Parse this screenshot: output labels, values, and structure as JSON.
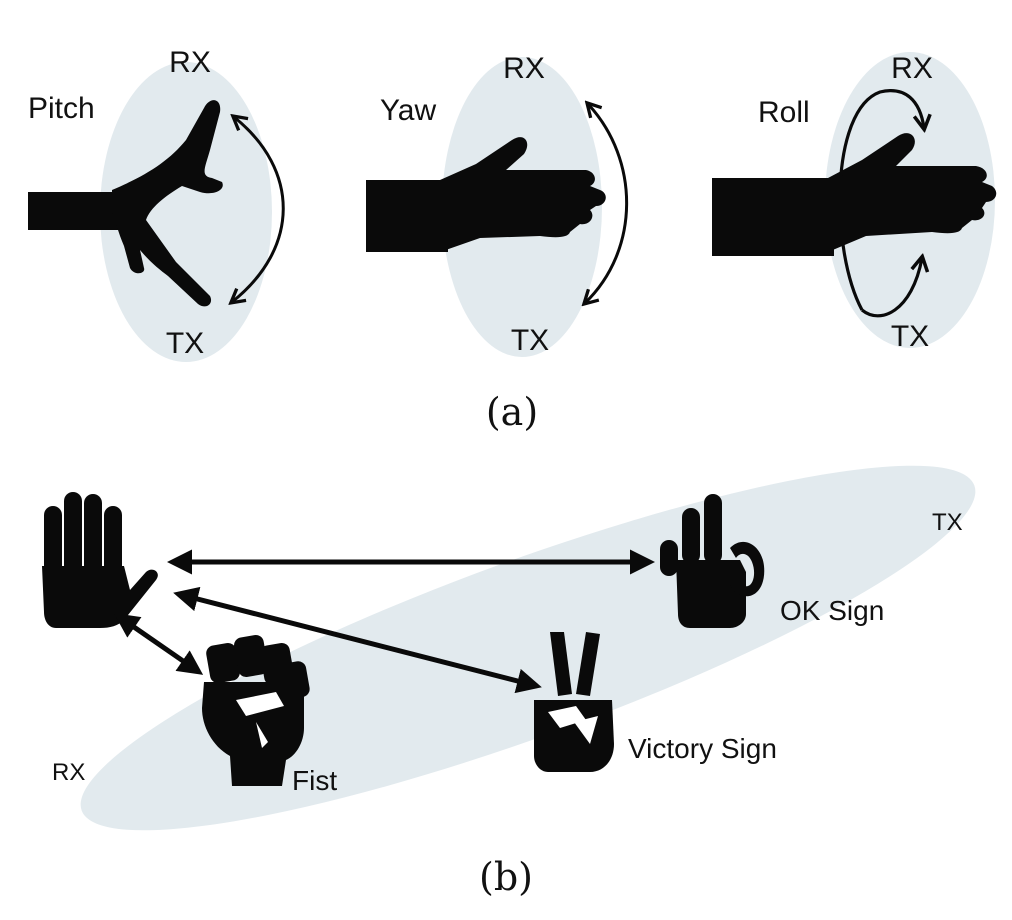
{
  "colors": {
    "ellipse": "#e2eaee",
    "ink": "#0a0a0a"
  },
  "panel_a": {
    "caption": "(a)",
    "pitch": {
      "label": "Pitch",
      "rx": "RX",
      "tx": "TX"
    },
    "yaw": {
      "label": "Yaw",
      "rx": "RX",
      "tx": "TX"
    },
    "roll": {
      "label": "Roll",
      "rx": "RX",
      "tx": "TX"
    }
  },
  "panel_b": {
    "caption": "(b)",
    "tx": "TX",
    "rx": "RX",
    "gestures": {
      "ok": "OK Sign",
      "victory": "Victory Sign",
      "fist": "Fist"
    }
  }
}
